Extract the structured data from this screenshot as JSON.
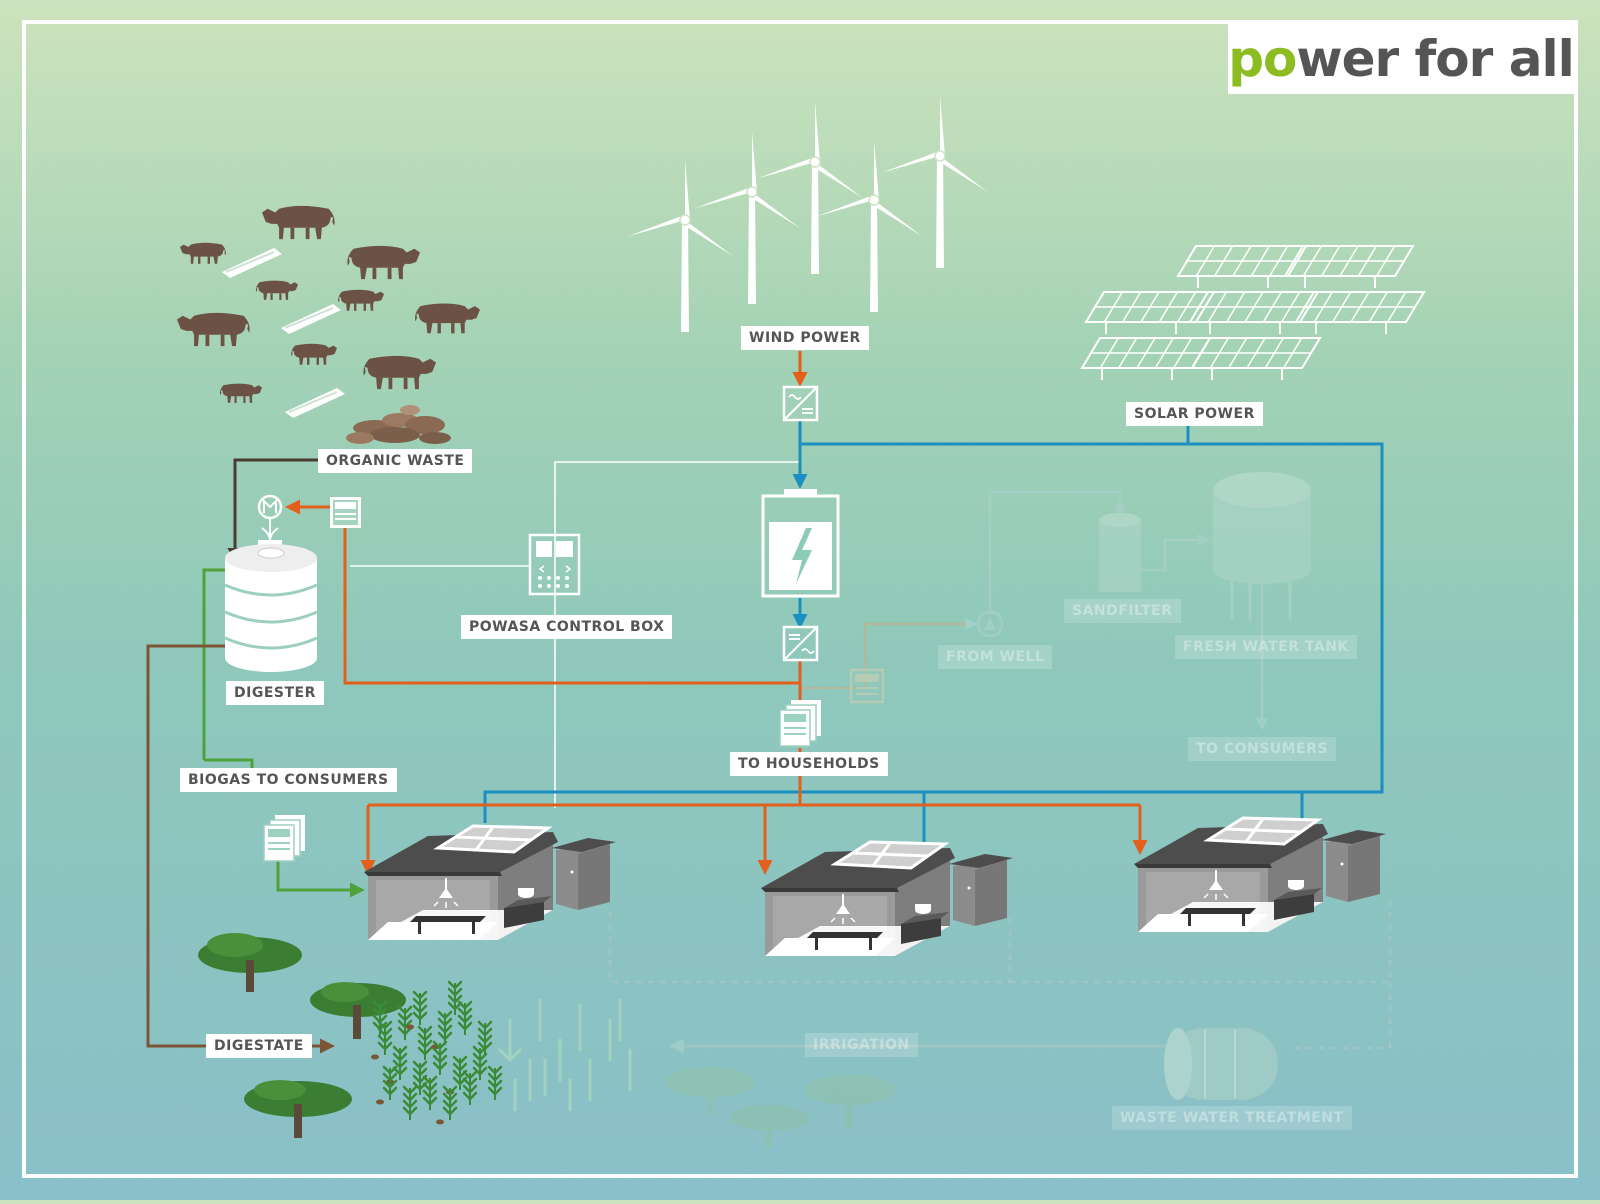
{
  "brand": {
    "logo_accent": "po",
    "logo_rest": "wer for all",
    "accent_color": "#8dbb22"
  },
  "labels": {
    "wind_power": "WIND POWER",
    "solar_power": "SOLAR POWER",
    "organic_waste": "ORGANIC WASTE",
    "digester": "DIGESTER",
    "powasa_control_box": "POWASA CONTROL BOX",
    "to_households": "TO HOUSEHOLDS",
    "biogas_to_consumers": "BIOGAS TO CONSUMERS",
    "digestate": "DIGESTATE",
    "from_well": "FROM WELL",
    "sandfilter": "SANDFILTER",
    "fresh_water_tank": "FRESH WATER TANK",
    "to_consumers": "TO CONSUMERS",
    "irrigation": "IRRIGATION",
    "waste_water_treatment": "WASTE WATER TREATMENT"
  },
  "colors": {
    "electric_line": "#e35f1c",
    "solar_line": "#1b8fbf",
    "biogas_line": "#4fa23a",
    "digestate_line": "#7b5636",
    "water_line_faded": "#a8d0c8",
    "cattle": "#6b5244",
    "tree": "#3a7d33"
  },
  "icons": [
    "wind-turbine-icon",
    "solar-panel-icon",
    "cow-icon",
    "feed-trough-icon",
    "inverter-icon",
    "battery-icon",
    "meter-icon",
    "control-box-icon",
    "digester-tank-icon",
    "house-icon",
    "tree-icon",
    "crop-icon",
    "well-pump-icon",
    "sandfilter-icon",
    "water-tank-icon",
    "waste-water-tank-icon"
  ]
}
